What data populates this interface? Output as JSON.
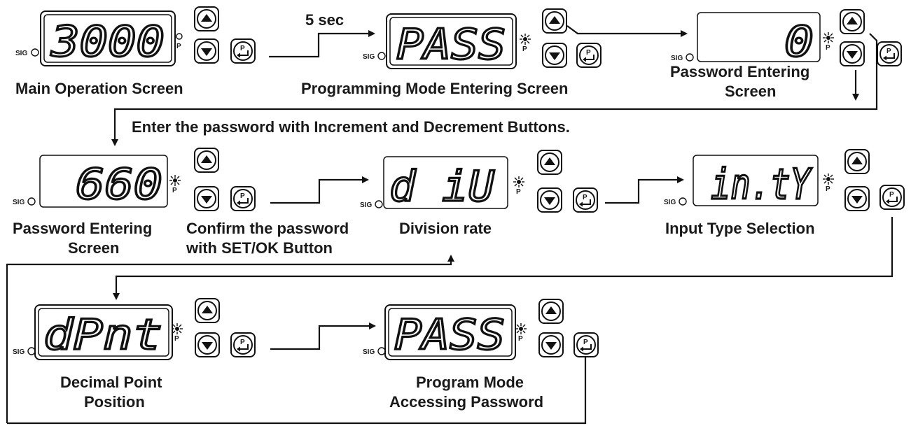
{
  "indicators": {
    "sig": "SIG",
    "p": "P",
    "p_button": "P"
  },
  "panels": [
    {
      "id": "main",
      "display": "3000",
      "caption": [
        "Main Operation Screen"
      ],
      "led_lit": false
    },
    {
      "id": "pass-enter",
      "display": "PASS",
      "caption": [
        "Programming Mode Entering Screen"
      ],
      "led_lit": true
    },
    {
      "id": "pw-zero",
      "display": "0",
      "caption": [
        "Password Entering",
        "Screen"
      ],
      "led_lit": true
    },
    {
      "id": "pw-660",
      "display": "660",
      "caption": [
        "Password Entering",
        "Screen"
      ],
      "led_lit": true
    },
    {
      "id": "div",
      "display": "d iU",
      "caption": [
        "Division rate"
      ],
      "led_lit": true
    },
    {
      "id": "inty",
      "display": "in.tY",
      "caption": [
        "Input Type Selection"
      ],
      "led_lit": true
    },
    {
      "id": "dpnt",
      "display": "dPnt",
      "caption": [
        "Decimal Point",
        "Position"
      ],
      "led_lit": true
    },
    {
      "id": "pass-prog",
      "display": "PASS",
      "caption": [
        "Program Mode",
        "Accessing Password"
      ],
      "led_lit": true
    }
  ],
  "notes": {
    "five_sec": "5 sec",
    "enter_password": "Enter the password with Increment and Decrement Buttons.",
    "confirm": [
      "Confirm the password",
      "with SET/OK Button"
    ]
  }
}
